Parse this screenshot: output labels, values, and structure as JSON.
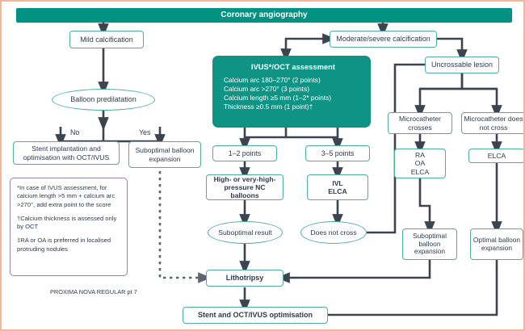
{
  "diagram": {
    "title": "Coronary angiography",
    "colors": {
      "teal": "#009283",
      "teal_panel": "#0e9384",
      "box_border": "#4fae9e",
      "connector": "#3c4450",
      "text": "#2f3a4a",
      "note_border": "#9b7fb0",
      "outer_border": "#f2b79a"
    },
    "nodes": {
      "coronary_angiography": "Coronary angiography",
      "mild_calcification": "Mild calcification",
      "moderate_severe_calcification": "Moderate/severe calcification",
      "balloon_predilatation": "Balloon predilatation",
      "stent_implantation": "Stent implantation and optimisation with OCT/IVUS",
      "suboptimal_balloon_expansion_left": "Suboptimal balloon expansion",
      "uncrossable_lesion": "Uncrossable lesion",
      "microcatheter_crosses": "Microcatheter crosses",
      "microcatheter_does_not_cross": "Microcatheter does not cross",
      "ra_oa_elca": "RA\nOA\nELCA",
      "elca": "ELCA",
      "points_1_2": "1–2 points",
      "points_3_5": "3–5 points",
      "nc_balloons": "High- or very-high-pressure NC balloons",
      "ivl_elca": "IVL\nELCA",
      "suboptimal_result": "Suboptimal result",
      "does_not_cross": "Does not cross",
      "suboptimal_balloon_expansion_right": "Suboptimal balloon expansion",
      "optimal_balloon_expansion": "Optimal balloon expansion",
      "lithotripsy": "Lithotripsy",
      "stent_and_oct_ivus": "Stent and OCT/IVUS optimisation"
    },
    "assessment_panel": {
      "header": "IVUS*/OCT assessment",
      "lines": [
        "Calcium arc 180–270° (2 points)",
        "Calcium arc >270° (3 points)",
        "Calcium length ≥5 mm (1–2* points)",
        "Thickness ≥0.5 mm (1 point)†"
      ]
    },
    "edge_labels": {
      "no": "No",
      "yes": "Yes"
    },
    "notes": [
      "*In case of IVUS assessment, for calcium length >5 mm + calcium arc >270°, add extra point to the score",
      "†Calcium thickness is assessed only by OCT",
      "‡RA or OA is preferred in localised protruding nodules"
    ],
    "credit": "PROXIMA NOVA REGULAR pt 7"
  }
}
